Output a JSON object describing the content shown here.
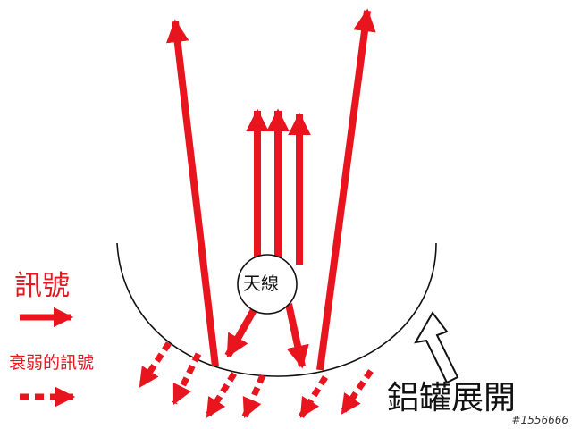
{
  "colors": {
    "signal": "#e8141e",
    "line": "#111111",
    "background": "#ffffff"
  },
  "labels": {
    "signal": "訊號",
    "weak_signal": "衰弱的訊號",
    "antenna": "天線",
    "foil_unfold": "鋁罐展開",
    "watermark": "#1556666"
  },
  "legend": {
    "signal_arrow_icon": "solid-right-arrow-icon",
    "weak_arrow_icon": "dashed-right-arrow-icon"
  }
}
